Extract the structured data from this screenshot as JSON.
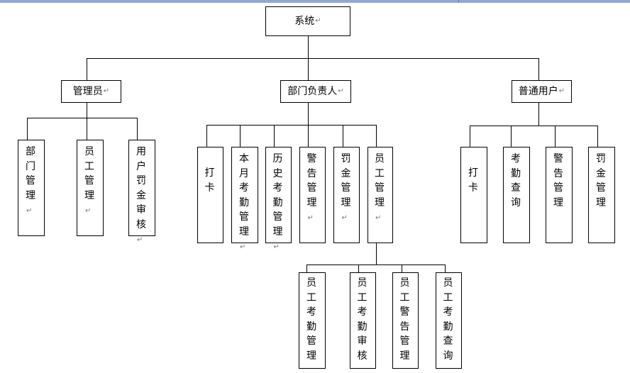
{
  "root": {
    "label": "系统",
    "mark": "↵"
  },
  "level1": [
    {
      "id": "admin",
      "label": "管理员",
      "mark": "↵",
      "children": [
        {
          "id": "dept-mgmt",
          "label": "部门管理",
          "mark": "↵"
        },
        {
          "id": "staff-mgmt",
          "label": "员工管理",
          "mark": "↵"
        },
        {
          "id": "user-fine-review",
          "label": "用户罚金审核",
          "mark": "↵"
        }
      ]
    },
    {
      "id": "dept-head",
      "label": "部门负责人",
      "mark": "↵",
      "children": [
        {
          "id": "clock-in",
          "label": "打卡",
          "mark": ""
        },
        {
          "id": "monthly-attendance",
          "label": "本月考勤管理",
          "mark": "↵"
        },
        {
          "id": "history-attendance",
          "label": "历史考勤管理",
          "mark": "↵"
        },
        {
          "id": "warning-mgmt",
          "label": "警告管理",
          "mark": "↵"
        },
        {
          "id": "fine-mgmt",
          "label": "罚金管理",
          "mark": "↵"
        },
        {
          "id": "employee-mgmt",
          "label": "员工管理",
          "mark": "↵",
          "children": [
            {
              "id": "emp-attendance-mgmt",
              "label": "员工考勤管理",
              "mark": ""
            },
            {
              "id": "emp-attendance-review",
              "label": "员工考勤审核",
              "mark": ""
            },
            {
              "id": "emp-warning-mgmt",
              "label": "员工警告管理",
              "mark": ""
            },
            {
              "id": "emp-attendance-query",
              "label": "员工考勤查询",
              "mark": ""
            }
          ]
        }
      ]
    },
    {
      "id": "normal-user",
      "label": "普通用户",
      "mark": "↵",
      "children": [
        {
          "id": "user-clock-in",
          "label": "打卡",
          "mark": ""
        },
        {
          "id": "attendance-query",
          "label": "考勤查询",
          "mark": ""
        },
        {
          "id": "user-warning-mgmt",
          "label": "警告管理",
          "mark": ""
        },
        {
          "id": "user-fine-mgmt",
          "label": "罚金管理",
          "mark": ""
        }
      ]
    }
  ]
}
